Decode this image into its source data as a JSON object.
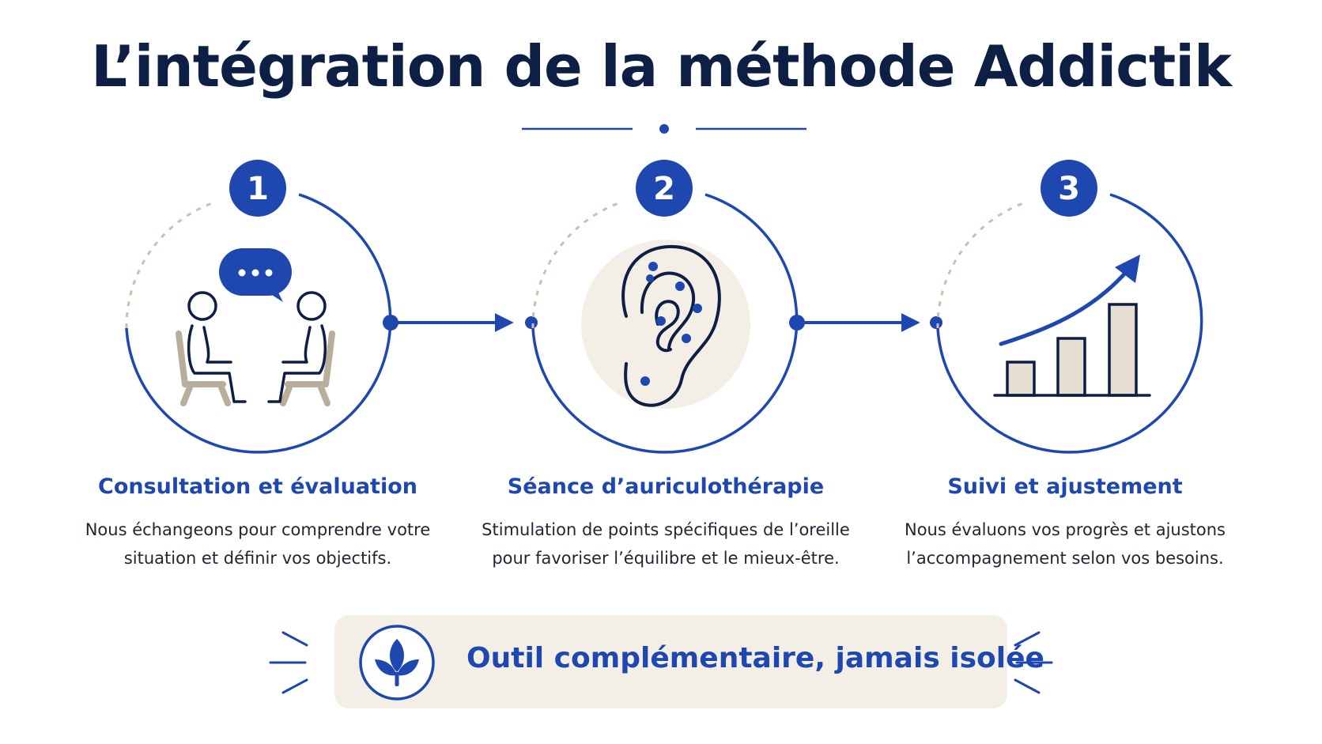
{
  "title": "L’intégration de la méthode Addictik",
  "colors": {
    "primary": "#1e47b0",
    "navy": "#0d1f45",
    "beige": "#f4efe6",
    "chair": "#b9ad9c",
    "dashed": "#cbbfae"
  },
  "steps": [
    {
      "number": "1",
      "title": "Consultation et évaluation",
      "description_line1": "Nous échangeons pour comprendre votre",
      "description_line2": "situation et définir vos objectifs.",
      "icon": "conversation-icon"
    },
    {
      "number": "2",
      "title": "Séance d’auriculothérapie",
      "description_line1": "Stimulation de points spécifiques de l’oreille",
      "description_line2": "pour favoriser l’équilibre et le mieux-être.",
      "icon": "ear-icon"
    },
    {
      "number": "3",
      "title": "Suivi et ajustement",
      "description_line1": "Nous évaluons vos progrès et ajustons",
      "description_line2": "l’accompagnement selon vos besoins.",
      "icon": "growth-chart-icon"
    }
  ],
  "banner": {
    "text": "Outil complémentaire, jamais isolée",
    "icon": "leaf-icon"
  }
}
